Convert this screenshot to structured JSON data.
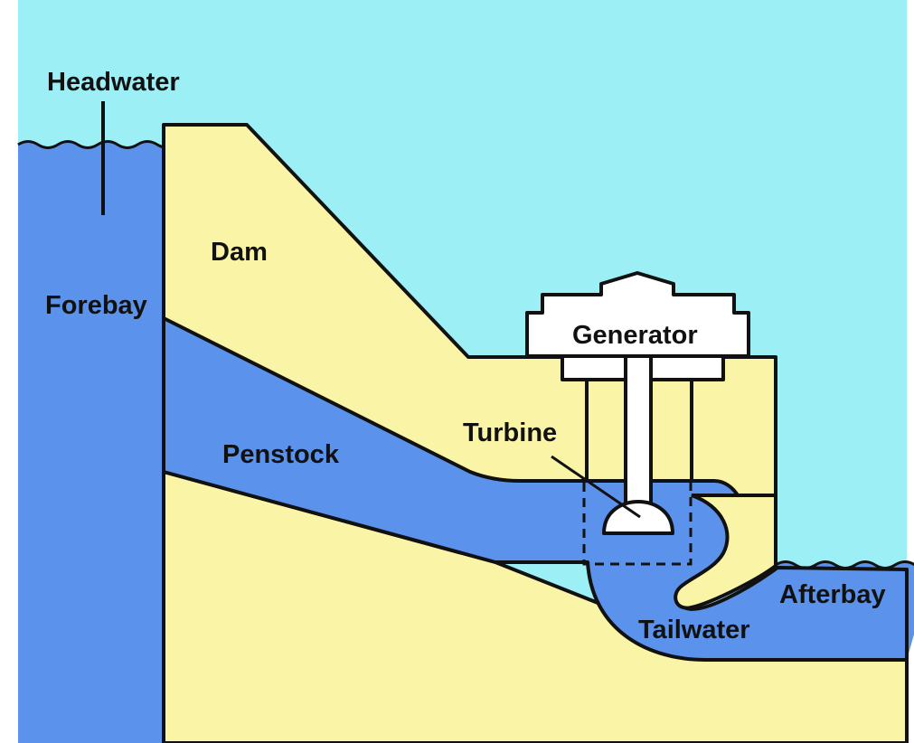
{
  "labels": {
    "headwater": "Headwater",
    "dam": "Dam",
    "forebay": "Forebay",
    "penstock": "Penstock",
    "turbine": "Turbine",
    "generator": "Generator",
    "afterbay": "Afterbay",
    "tailwater": "Tailwater"
  },
  "colors": {
    "sky": "#9CEFF5",
    "water": "#5B93EC",
    "concrete": "#FAF4A6",
    "equipment": "#FFFFFF",
    "outline": "#111111",
    "background": "#FFFFFF"
  }
}
